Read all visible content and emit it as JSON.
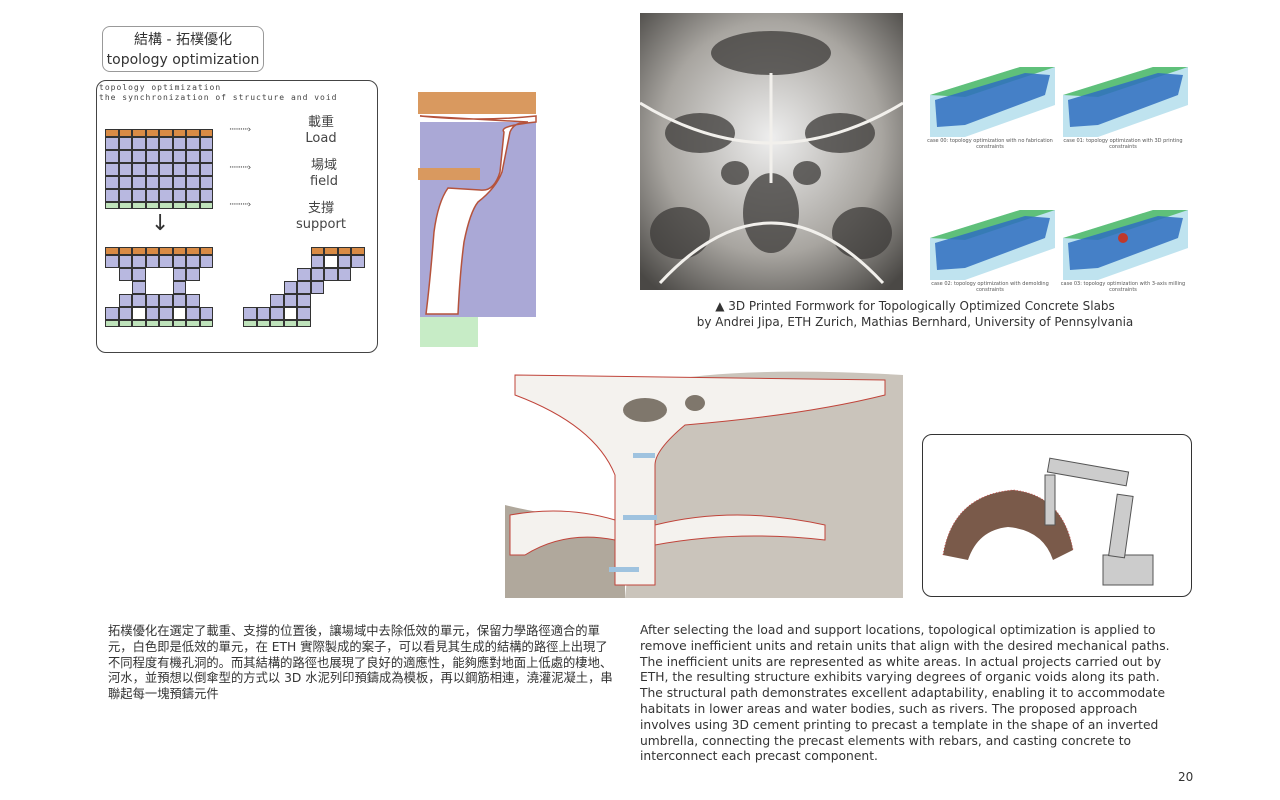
{
  "title": {
    "zh": "結構 - 拓樸優化",
    "en": "topology optimization"
  },
  "diagram": {
    "heading_1": "topology optimization",
    "heading_2": "the synchronization of structure and void",
    "labels": [
      {
        "zh": "載重",
        "en": "Load"
      },
      {
        "zh": "場域",
        "en": "field"
      },
      {
        "zh": "支撐",
        "en": "support"
      }
    ],
    "arrow": "··········›",
    "down_arrow": "↓",
    "colors": {
      "load": "#d98b45",
      "field": "#b8b8e0",
      "support": "#bfe3bb"
    }
  },
  "fem_captions": [
    "case 00: topology optimization with no fabrication constraints",
    "case 01: topology optimization with 3D printing constraints",
    "case 02: topology optimization with demolding constraints",
    "case 03: topology optimization with 3-axis milling constraints"
  ],
  "photo_caption": {
    "line1": "▲ 3D Printed Formwork for Topologically Optimized Concrete Slabs",
    "line2": "by  Andrei Jipa, ETH Zurich, Mathias Bernhard, University of Pennsylvania"
  },
  "body_zh": "拓樸優化在選定了載重、支撐的位置後，讓場域中去除低效的單元，保留力學路徑適合的單元，白色即是低效的單元，在 ETH 實際製成的案子，可以看見其生成的結構的路徑上出現了不同程度有機孔洞的。而其結構的路徑也展現了良好的適應性，能夠應對地面上低處的棲地、河水，並預想以倒傘型的方式以 3D 水泥列印預鑄成為模板，再以鋼筋相連，澆灌泥凝土，串聯起每一塊預鑄元件",
  "body_en": "After selecting the load and support locations, topological optimization is applied to remove inefficient units and retain units that align with the desired mechanical paths. The inefficient units are represented as white areas. In actual projects carried out by ETH, the resulting structure exhibits varying degrees of organic voids along its path. The structural path demonstrates excellent adaptability, enabling it to accommodate habitats in lower areas and water bodies, such as rivers. The proposed approach involves using 3D cement printing to precast a template in the shape of an inverted umbrella, connecting the precast elements with rebars, and casting concrete to interconnect each precast component.",
  "page_number": "20"
}
